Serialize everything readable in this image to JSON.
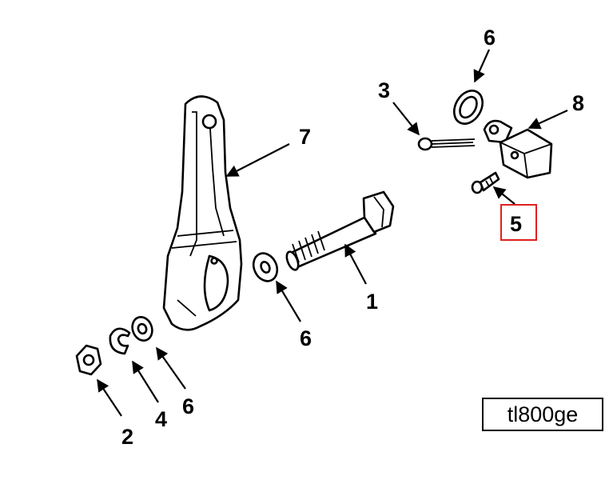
{
  "figure": {
    "id_label": "tl800ge",
    "highlight_color": "#e02020"
  },
  "callouts": {
    "c1": "1",
    "c2": "2",
    "c3": "3",
    "c4": "4",
    "c5": "5",
    "c6a": "6",
    "c6b": "6",
    "c6c": "6",
    "c7": "7",
    "c8": "8"
  }
}
